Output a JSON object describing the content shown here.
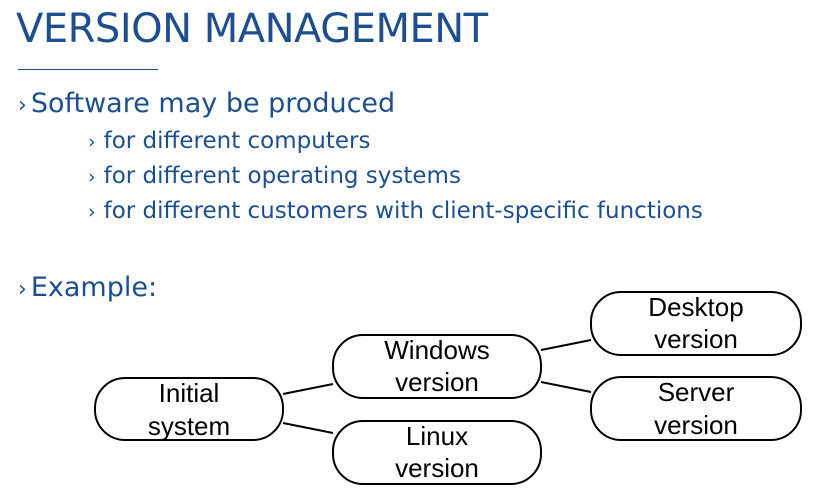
{
  "slide": {
    "title": "VERSION MANAGEMENT",
    "bullets": {
      "main": "Software may be produced",
      "sub": [
        "for different computers",
        "for different operating systems",
        "for different customers with client-specific functions"
      ],
      "example": "Example:"
    },
    "marker": "›"
  },
  "diagram": {
    "nodes": {
      "initial": [
        "Initial",
        "system"
      ],
      "windows": [
        "Windows",
        "version"
      ],
      "linux": [
        "Linux",
        "version"
      ],
      "desktop": [
        "Desktop",
        "version"
      ],
      "server": [
        "Server",
        "version"
      ]
    }
  },
  "colors": {
    "accent": "#1f4e8c",
    "node_stroke": "#000000"
  }
}
